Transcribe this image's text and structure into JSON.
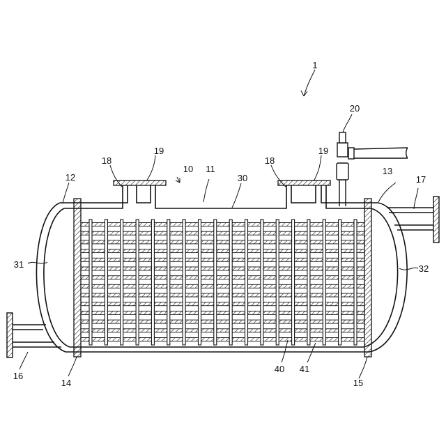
{
  "figure": {
    "reference_labels": {
      "assembly": "1",
      "shell": "10",
      "shell_wall": "11",
      "left_head": "12",
      "right_head": "13",
      "left_tube_sheet": "14",
      "right_tube_sheet": "15",
      "inlet_nozzle": "16",
      "outlet_nozzle": "17",
      "port_neck_left": "18",
      "port_neck_right": "18",
      "flange_left": "19",
      "flange_right": "19",
      "valve": "20",
      "shell_space": "30",
      "left_chamber": "31",
      "right_chamber": "32",
      "tube_bundle": "40",
      "tube": "41"
    },
    "tube_count": 14,
    "baffle_count": 18
  },
  "colors": {
    "line": "#111111",
    "hatch": "#111111",
    "background": "#ffffff"
  }
}
